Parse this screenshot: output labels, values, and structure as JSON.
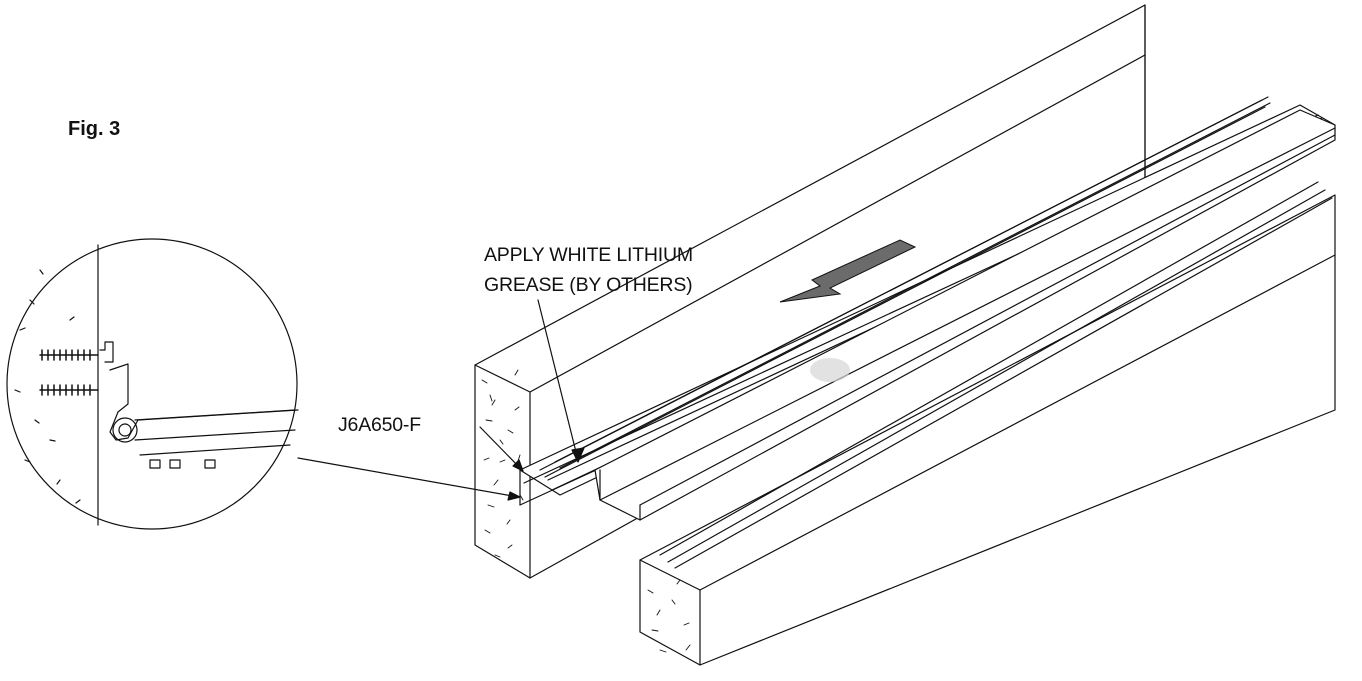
{
  "figure": {
    "label": "Fig. 3",
    "callouts": {
      "lubricant_note_line1": "APPLY WHITE LITHIUM",
      "lubricant_note_line2": "GREASE (BY OTHERS)",
      "part_number": "J6A650-F"
    }
  },
  "colors": {
    "line": "#111111",
    "arrow_fill": "#6b6b6b",
    "smudge": "#d6d6d6",
    "background": "#ffffff"
  }
}
